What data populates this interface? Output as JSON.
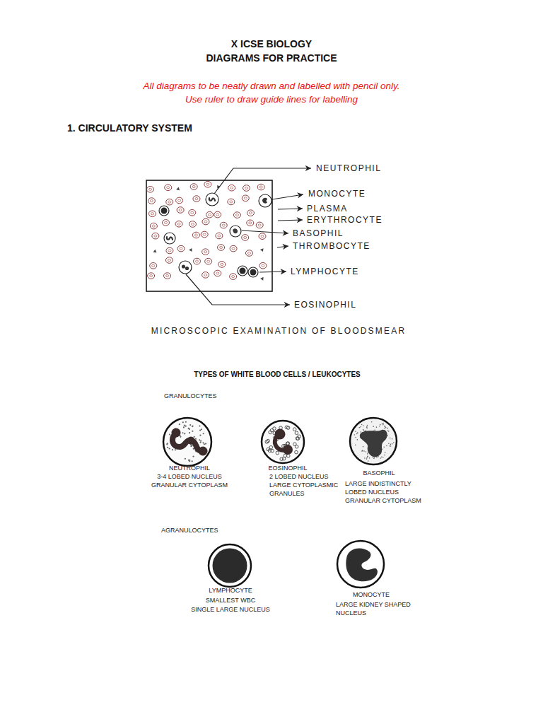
{
  "diagram": {
    "title": "X ICSE BIOLOGY",
    "caption": "MICROSCOPIC EXAMINATION OF BLOODSMEAR",
    "labels": [
      "DIAGRAMS FOR PRACTICE",
      "All diagrams to be neatly drawn and labelled with pencil only.",
      "Use ruler to draw guide lines for labelling",
      "1. CIRCULATORY SYSTEM",
      "NEUTROPHIL",
      "MONOCYTE",
      "PLASMA",
      "ERYTHROCYTE",
      "BASOPHIL",
      "THROMBOCYTE",
      "LYMPHOCYTE",
      "EOSINOPHIL",
      "TYPES OF WHITE BLOOD CELLS / LEUKOCYTES",
      "GRANULOCYTES",
      "NEUTROPHIL",
      "3-4 LOBED NUCLEUS",
      "GRANULAR CYTOPLASM",
      "EOSINOPHIL",
      "2 LOBED NUCLEUS",
      "LARGE CYTOPLASMIC GRANULES",
      "BASOPHIL",
      "LARGE INDISTINCTLY LOBED NUCLEUS",
      "GRANULAR CYTOPLASM",
      "AGRANULOCYTES",
      "LYMPHOCYTE",
      "SMALLEST WBC",
      "SINGLE LARGE NUCLEUS",
      "MONOCYTE",
      "LARGE KIDNEY SHAPED NUCLEUS"
    ]
  }
}
